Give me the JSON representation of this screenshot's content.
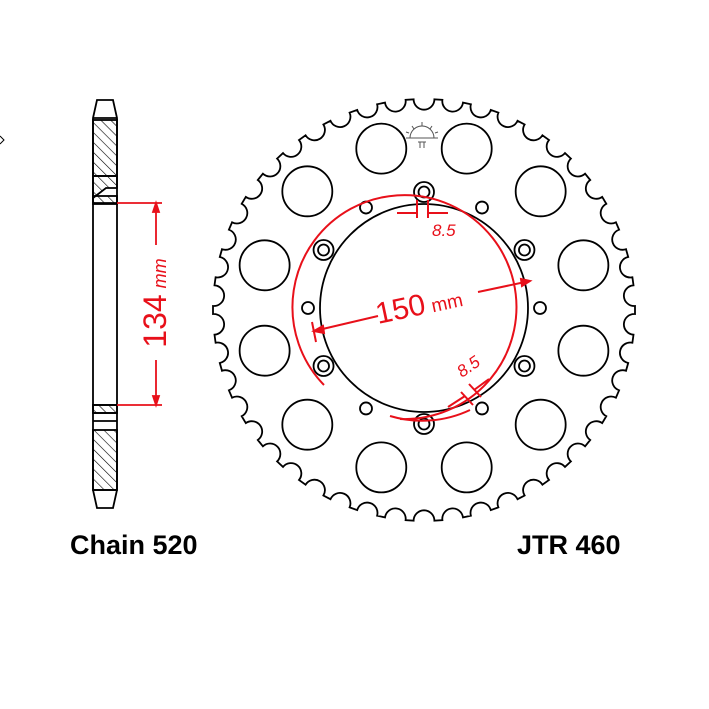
{
  "side_view": {
    "dimension_value": "134",
    "dimension_unit": "mm",
    "label": "Chain 520"
  },
  "front_view": {
    "bore_dimension_value": "150",
    "bore_dimension_unit": "mm",
    "hole_dimension_top": "8.5",
    "hole_dimension_bottom": "8.5",
    "part_number": "JTR 460",
    "teeth": 46,
    "bolt_holes": 6,
    "small_holes": 6,
    "lightening_holes": 12
  },
  "colors": {
    "outline": "#000000",
    "dimension": "#e8101a"
  }
}
